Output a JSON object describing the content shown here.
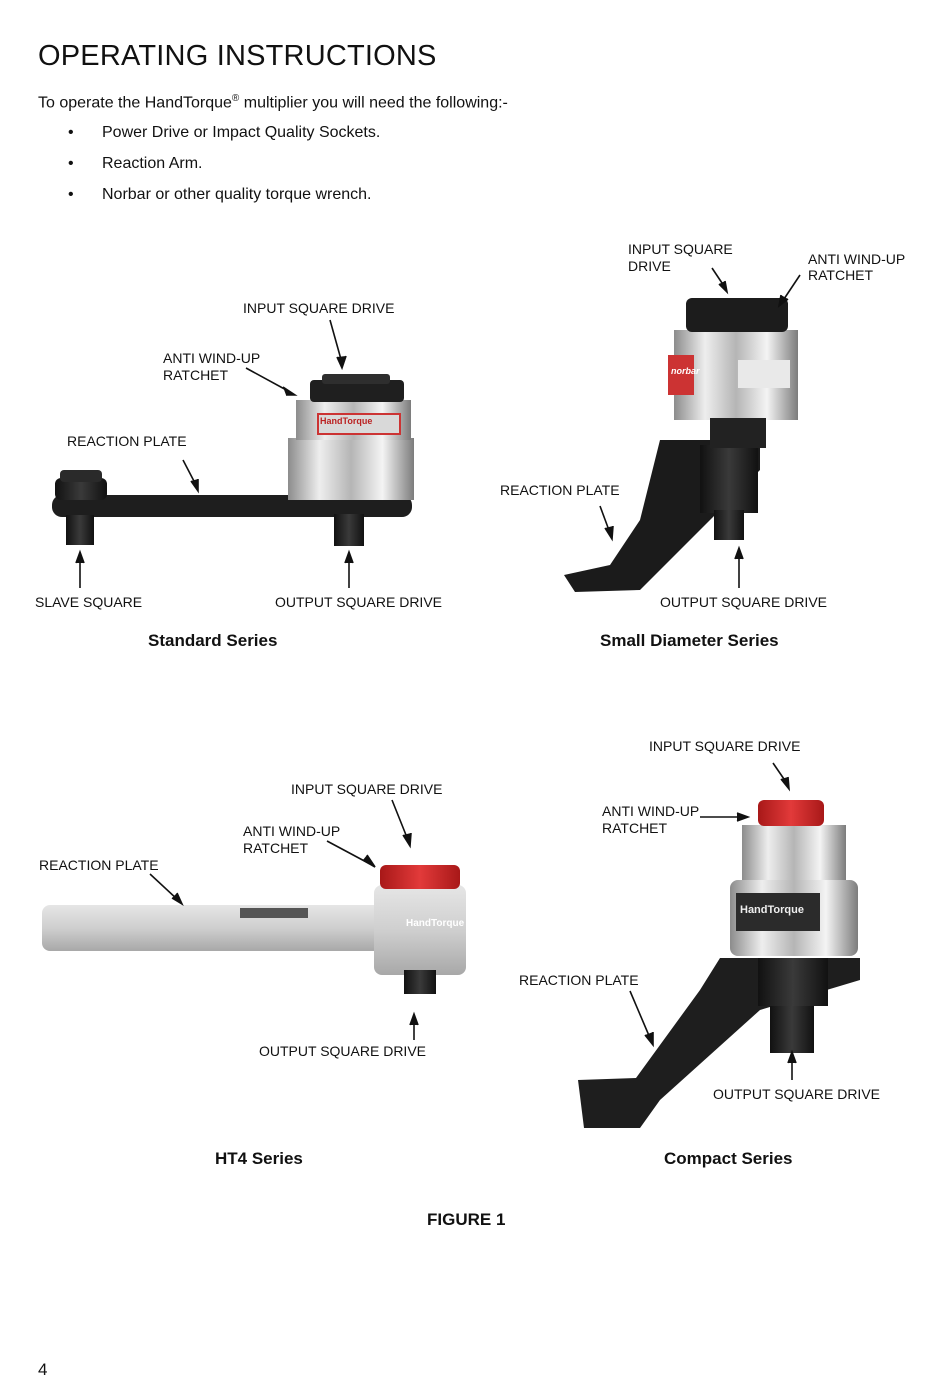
{
  "title": "OPERATING INSTRUCTIONS",
  "intro": {
    "before": "To operate the HandTorque",
    "reg": "®",
    "after": " multiplier you will need the following:-"
  },
  "bullets": [
    "Power Drive or Impact Quality Sockets.",
    "Reaction Arm.",
    "Norbar or other quality torque wrench."
  ],
  "standard": {
    "caption": "Standard Series",
    "input": "INPUT SQUARE DRIVE",
    "anti1": "ANTI WIND-UP",
    "anti2": "RATCHET",
    "reaction": "REACTION PLATE",
    "slave": "SLAVE SQUARE",
    "output": "OUTPUT SQUARE DRIVE",
    "brand": "HandTorque"
  },
  "small": {
    "caption": "Small Diameter Series",
    "input1": "INPUT SQUARE",
    "input2": "DRIVE",
    "anti1": "ANTI WIND-UP",
    "anti2": "RATCHET",
    "reaction": "REACTION PLATE",
    "output": "OUTPUT SQUARE DRIVE",
    "brand": "norbar"
  },
  "ht4": {
    "caption": "HT4 Series",
    "input": "INPUT SQUARE DRIVE",
    "anti1": "ANTI WIND-UP",
    "anti2": "RATCHET",
    "reaction": "REACTION PLATE",
    "output": "OUTPUT SQUARE DRIVE",
    "brand": "HandTorque"
  },
  "compact": {
    "caption": "Compact Series",
    "input": "INPUT SQUARE DRIVE",
    "anti1": "ANTI WIND-UP",
    "anti2": "RATCHET",
    "reaction": "REACTION PLATE",
    "output": "OUTPUT SQUARE DRIVE",
    "brand": "HandTorque"
  },
  "figure": "FIGURE 1",
  "page_number": "4",
  "colors": {
    "red": "#cf2a2a",
    "dark": "#222222",
    "steel": "#b9b9b9"
  }
}
